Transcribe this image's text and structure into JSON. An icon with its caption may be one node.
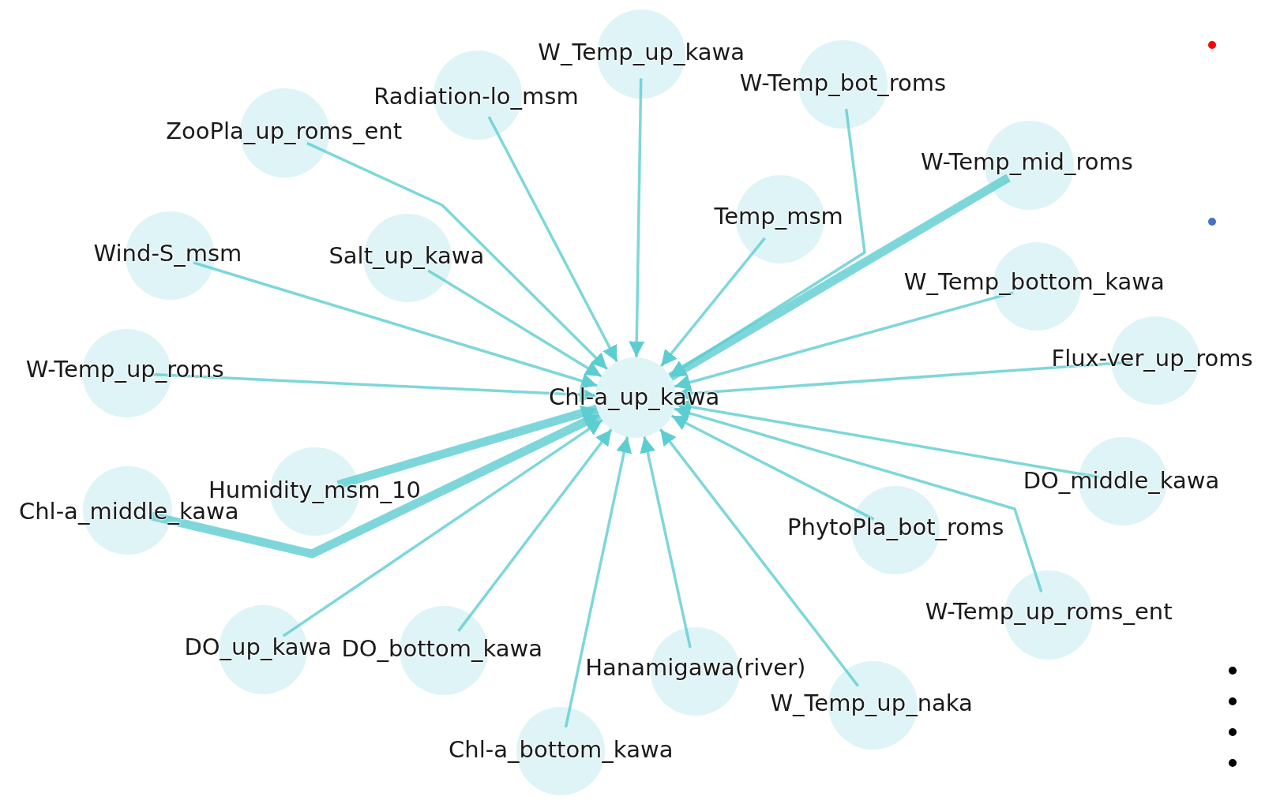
{
  "diagram": {
    "nodes": [
      {
        "text": [
          "Chl-a_up_kawa"
        ]
      },
      {
        "text": [
          "W_Temp_up_kawa"
        ]
      },
      {
        "text": [
          "W-Temp_bot_roms"
        ]
      },
      {
        "text": [
          "Radiation-lo_msm"
        ]
      },
      {
        "text": [
          "ZooPla_up_roms_ent"
        ]
      },
      {
        "text": [
          "W-Temp_mid_roms"
        ]
      },
      {
        "text": [
          "Temp_msm"
        ]
      },
      {
        "text": [
          "Wind-S_msm"
        ]
      },
      {
        "text": [
          "Salt_up_kawa"
        ]
      },
      {
        "text": [
          "W_Temp_bottom_kawa"
        ]
      },
      {
        "text": [
          "W-Temp_up_roms"
        ]
      },
      {
        "text": [
          "Flux-ver_up_roms"
        ]
      },
      {
        "text": [
          "Humidity_msm_10"
        ]
      },
      {
        "text": [
          "Chl-a_middle_kawa"
        ]
      },
      {
        "text": [
          "DO_middle_kawa"
        ]
      },
      {
        "text": [
          "PhytoPla_bot_roms"
        ]
      },
      {
        "text": [
          "W-Temp_up_roms_ent"
        ]
      },
      {
        "text": [
          "DO_up_kawa"
        ]
      },
      {
        "text": [
          "DO_bottom_kawa"
        ]
      },
      {
        "text": [
          "Hanamigawa(river)"
        ]
      },
      {
        "text": [
          "W_Temp_up_naka"
        ]
      },
      {
        "text": [
          "Chl-a_bottom_kawa"
        ]
      }
    ],
    "edges": [
      {
        "from": 1,
        "to": 0,
        "arrow": "to"
      },
      {
        "from": 2,
        "to": 0,
        "arrow": "to"
      },
      {
        "from": 3,
        "to": 0,
        "arrow": "to"
      },
      {
        "from": 4,
        "to": 0,
        "arrow": "to"
      },
      {
        "from": 5,
        "to": 0,
        "arrow": "to",
        "style": "thick"
      },
      {
        "from": 6,
        "to": 0,
        "arrow": "to"
      },
      {
        "from": 7,
        "to": 0,
        "arrow": "to"
      },
      {
        "from": 8,
        "to": 0,
        "arrow": "to"
      },
      {
        "from": 9,
        "to": 0,
        "arrow": "to"
      },
      {
        "from": 10,
        "to": 0,
        "arrow": "to"
      },
      {
        "from": 11,
        "to": 0,
        "arrow": "to"
      },
      {
        "from": 12,
        "to": 0,
        "arrow": "to",
        "style": "thick"
      },
      {
        "from": 13,
        "to": 0,
        "arrow": "to",
        "style": "thick"
      },
      {
        "from": 14,
        "to": 0,
        "arrow": "to"
      },
      {
        "from": 15,
        "to": 0,
        "arrow": "to"
      },
      {
        "from": 16,
        "to": 0,
        "arrow": "to"
      },
      {
        "from": 17,
        "to": 0,
        "arrow": "to"
      },
      {
        "from": 18,
        "to": 0,
        "arrow": "to"
      },
      {
        "from": 19,
        "to": 0,
        "arrow": "to"
      },
      {
        "from": 20,
        "to": 0,
        "arrow": "to"
      },
      {
        "from": 21,
        "to": 0,
        "arrow": "to"
      }
    ]
  }
}
